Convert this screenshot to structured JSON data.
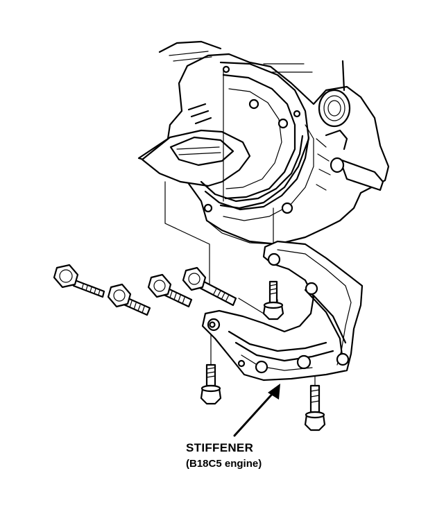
{
  "callout": {
    "title": "STIFFENER",
    "subtitle": "(B18C5 engine)"
  },
  "parts": {
    "engine_block": "engine-block",
    "stiffener": "stiffener-bracket",
    "bolts": [
      "bolt-long-1",
      "bolt-short-1",
      "bolt-short-2",
      "bolt-long-2",
      "bolt-vertical-1",
      "bolt-vertical-2",
      "bolt-vertical-3"
    ]
  }
}
